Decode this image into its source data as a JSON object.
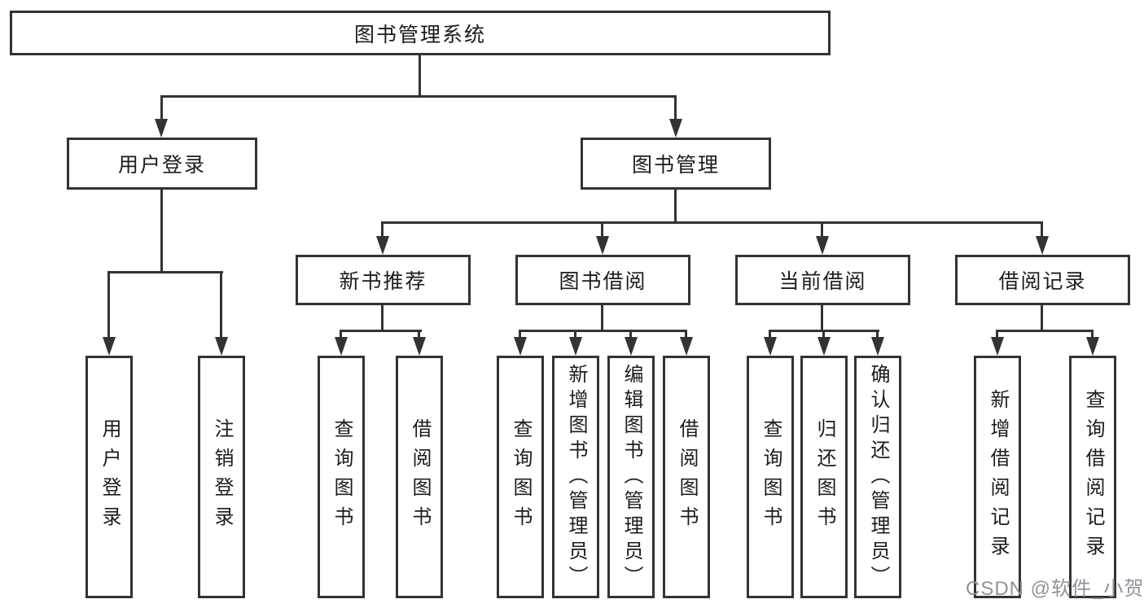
{
  "colors": {
    "line": "#333333",
    "text": "#1c1c1c",
    "watermark": "#8e949a",
    "background": "#ffffff"
  },
  "watermark": "CSDN @软件_小贺同学",
  "tree": {
    "root": {
      "label": "图书管理系统"
    },
    "level2": [
      {
        "label": "用户登录",
        "parent": "图书管理系统"
      },
      {
        "label": "图书管理",
        "parent": "图书管理系统"
      }
    ],
    "level3": [
      {
        "label": "新书推荐",
        "parent": "图书管理"
      },
      {
        "label": "图书借阅",
        "parent": "图书管理"
      },
      {
        "label": "当前借阅",
        "parent": "图书管理"
      },
      {
        "label": "借阅记录",
        "parent": "图书管理"
      }
    ],
    "leaves": [
      {
        "label": "用户登录",
        "parent": "用户登录"
      },
      {
        "label": "注销登录",
        "parent": "用户登录"
      },
      {
        "label": "查询图书",
        "parent": "新书推荐"
      },
      {
        "label": "借阅图书",
        "parent": "新书推荐"
      },
      {
        "label": "查询图书",
        "parent": "图书借阅"
      },
      {
        "label": "新增图书（管理员）",
        "parent": "图书借阅"
      },
      {
        "label": "编辑图书（管理员）",
        "parent": "图书借阅"
      },
      {
        "label": "借阅图书",
        "parent": "图书借阅"
      },
      {
        "label": "查询图书",
        "parent": "当前借阅"
      },
      {
        "label": "归还图书",
        "parent": "当前借阅"
      },
      {
        "label": "确认归还（管理员）",
        "parent": "当前借阅"
      },
      {
        "label": "新增借阅记录",
        "parent": "借阅记录"
      },
      {
        "label": "查询借阅记录",
        "parent": "借阅记录"
      }
    ]
  }
}
